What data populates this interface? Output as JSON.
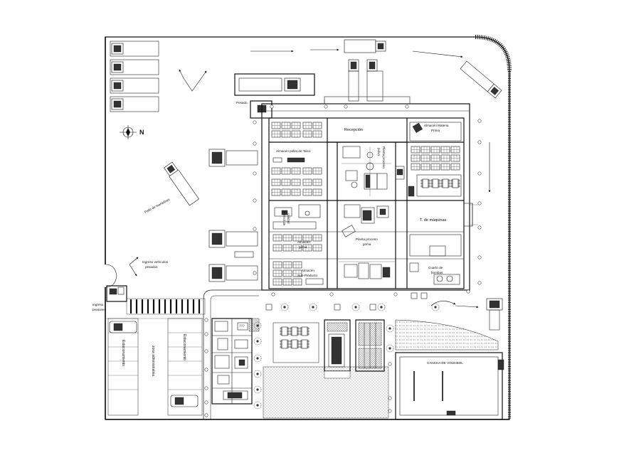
{
  "labels": {
    "pesado": "Pesado",
    "recepcion": "Recepción",
    "almacen_materia_prima_1": "Almacén Materia",
    "almacen_materia_prima_2": "Prima",
    "almacen_polvo_talco": "Almacén polvo de Talco",
    "planta_proceso_polvo_1": "Planta proceso",
    "planta_proceso_polvo_2": "polvo",
    "control_calidad_1": "Control de",
    "control_calidad_2": "calidad",
    "taller_maquinas": "T. de máquinas",
    "planta_proceso_goma_1": "Planta proceso",
    "planta_proceso_goma_2": "goma",
    "almacen_goma_1": "Almacén",
    "almacen_goma_2": "goma",
    "almacen_subproducto_1": "Almacén",
    "almacen_subproducto_2": "Sub-Producto",
    "cuarto_bombas_1": "Cuarto de",
    "cuarto_bombas_2": "bombas",
    "patio_maniobras": "Patio de maniobras",
    "ingreso_vehiculos_1": "Ingreso vehículos",
    "ingreso_vehiculos_2": "pesados",
    "ingreso_peatones_1": "Ingreso",
    "ingreso_peatones_2": "peatones",
    "estacionamiento_1": "Estacionamiento",
    "zona_administrativa": "zona administrativa",
    "estacionamiento_2": "Estacionamiento",
    "cancha_voley": "CANCHA DE VOLEIBOL"
  },
  "icons": {
    "north_arrow": "north-arrow-icon",
    "truck": "truck-icon",
    "car": "car-icon",
    "flow_arrow": "arrow-icon"
  },
  "colors": {
    "line": "#111111",
    "background": "#ffffff"
  }
}
